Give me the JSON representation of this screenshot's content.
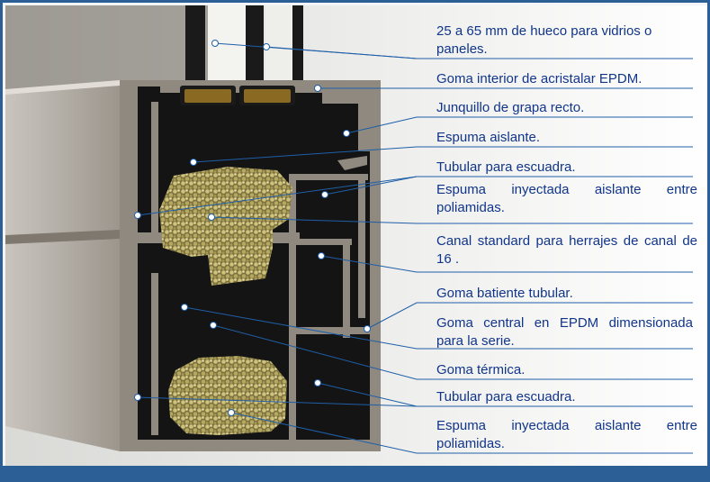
{
  "colors": {
    "frame_border": "#2b5f95",
    "label_text": "#10358a",
    "leader_line": "#1f5fa8",
    "profile_metal": "#a8a29a",
    "profile_dark": "#141414",
    "foam": "#b8aa60",
    "glass_gasket": "#8a6a22"
  },
  "labels": [
    {
      "id": "hueco",
      "text": "25 a 65 mm de hueco para vidrios o paneles."
    },
    {
      "id": "goma-acristalar",
      "text": "Goma interior de acristalar EPDM."
    },
    {
      "id": "junquillo",
      "text": "Junquillo de grapa recto."
    },
    {
      "id": "espuma-aislante",
      "text": "Espuma aislante."
    },
    {
      "id": "tubular-1",
      "text": "Tubular para escuadra."
    },
    {
      "id": "espuma-inyectada-1",
      "text": "Espuma inyectada aislante entre poliamidas."
    },
    {
      "id": "canal",
      "text": "Canal standard para herrajes de canal de 16 ."
    },
    {
      "id": "goma-batiente",
      "text": "Goma batiente tubular."
    },
    {
      "id": "goma-central",
      "text": "Goma central en EPDM dimensionada para la serie."
    },
    {
      "id": "goma-termica",
      "text": "Goma térmica."
    },
    {
      "id": "tubular-2",
      "text": "Tubular para escuadra."
    },
    {
      "id": "espuma-inyectada-2",
      "text": "Espuma inyectada aislante entre poliamidas."
    }
  ]
}
